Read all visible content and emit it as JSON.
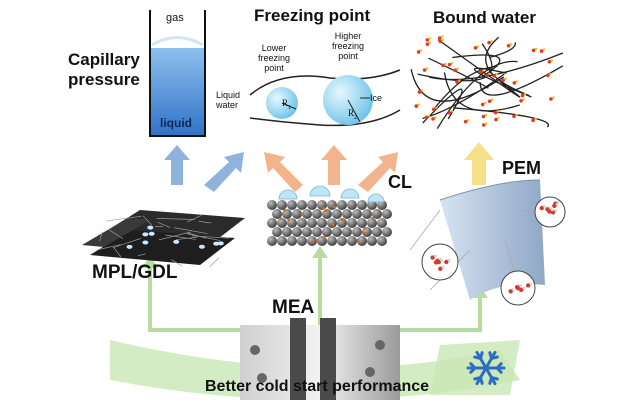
{
  "labels": {
    "capillary_pressure_line1": "Capillary",
    "capillary_pressure_line2": "pressure",
    "gas": "gas",
    "liquid": "liquid",
    "freezing_point": "Freezing point",
    "lower_freezing_point_1": "Lower",
    "lower_freezing_point_2": "freezing",
    "lower_freezing_point_3": "point",
    "higher_freezing_point_1": "Higher",
    "higher_freezing_point_2": "freezing",
    "higher_freezing_point_3": "point",
    "liquid_water_1": "Liquid",
    "liquid_water_2": "water",
    "ice": "Ice",
    "r1": "R",
    "r1_sub": "1",
    "r2": "R",
    "r2_sub": "2",
    "bound_water": "Bound water",
    "cl": "CL",
    "pem": "PEM",
    "mpl_gdl": "MPL/GDL",
    "mea": "MEA",
    "bottom_caption": "Better cold start performance"
  },
  "colors": {
    "arrow_blue": "#8fb3dd",
    "arrow_orange": "#f2b48c",
    "arrow_yellow": "#f8e08a",
    "green_band": "#c9e7b5",
    "green_line": "#b7dca0",
    "liquid_blue": "#4f8fd6",
    "ice_blue": "#8ed4ef",
    "snowflake": "#2b6cc4",
    "dark_particle": "#555555"
  }
}
